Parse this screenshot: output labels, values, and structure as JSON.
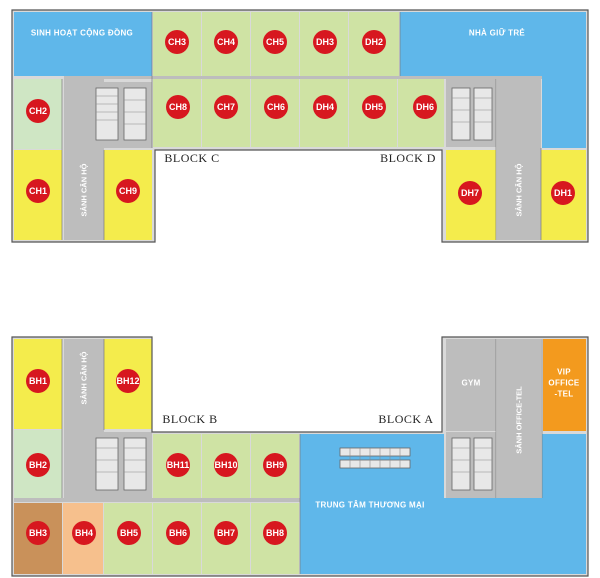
{
  "colors": {
    "yellow": "#f4ec4c",
    "green": "#cfe3a4",
    "light_green": "#cfe6c4",
    "blue": "#5fb7ea",
    "gray": "#bdbdbd",
    "orange": "#f39a1e",
    "brown": "#c9915a",
    "peach": "#f6c08d",
    "dot": "#d7171f"
  },
  "blocks": {
    "c": "BLOCK C",
    "d": "BLOCK D",
    "b": "BLOCK B",
    "a": "BLOCK A"
  },
  "areas": {
    "community": "SINH HOẠT CỘNG ĐỒNG",
    "kindergarten": "NHÀ GIỮ TRẺ",
    "mall": "TRUNG TÂM THƯƠNG MẠI",
    "gym": "GYM",
    "vip_office_line1": "VIP",
    "vip_office_line2": "OFFICE",
    "vip_office_line3": "-TEL"
  },
  "lobbies": {
    "apartment_top_left": "SẢNH CĂN HỘ",
    "apartment_top_right": "SẢNH CĂN HỘ",
    "apartment_bottom_left": "SẢNH CĂN HỘ",
    "office_tel": "SẢNH OFFICE-TEL"
  },
  "units": {
    "ch1": "CH1",
    "ch2": "CH2",
    "ch3": "CH3",
    "ch4": "CH4",
    "ch5": "CH5",
    "ch6": "CH6",
    "ch7": "CH7",
    "ch8": "CH8",
    "ch9": "CH9",
    "dh1": "DH1",
    "dh2": "DH2",
    "dh3": "DH3",
    "dh4": "DH4",
    "dh5": "DH5",
    "dh6": "DH6",
    "dh7": "DH7",
    "bh1": "BH1",
    "bh2": "BH2",
    "bh3": "BH3",
    "bh4": "BH4",
    "bh5": "BH5",
    "bh6": "BH6",
    "bh7": "BH7",
    "bh8": "BH8",
    "bh9": "BH9",
    "bh10": "BH10",
    "bh11": "BH11",
    "bh12": "BH12"
  }
}
